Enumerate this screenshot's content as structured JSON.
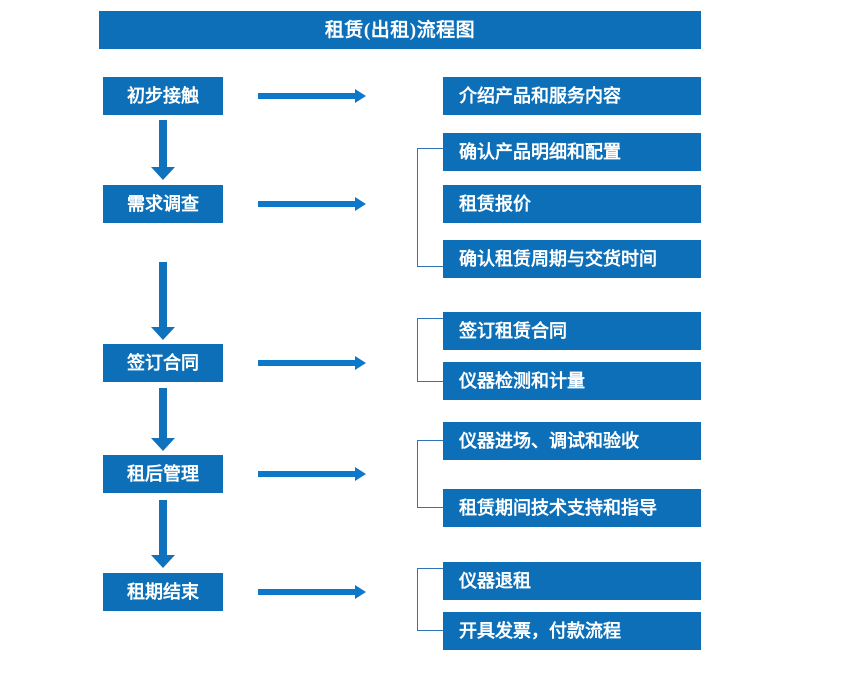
{
  "diagram": {
    "title": "租赁(出租)流程图",
    "theme": {
      "box_fill": "#0c6fb8",
      "box_text": "#ffffff",
      "v_arrow": "#1072bc",
      "h_arrow": "#0d78c9",
      "bracket": "#2f73bd",
      "background": "#ffffff"
    },
    "stages": [
      {
        "id": "stage-1",
        "label": "初步接触"
      },
      {
        "id": "stage-2",
        "label": "需求调查"
      },
      {
        "id": "stage-3",
        "label": "签订合同"
      },
      {
        "id": "stage-4",
        "label": "租后管理"
      },
      {
        "id": "stage-5",
        "label": "租期结束"
      }
    ],
    "details": [
      {
        "id": "detail-1-1",
        "stage": "初步接触",
        "label": "介绍产品和服务内容"
      },
      {
        "id": "detail-2-1",
        "stage": "需求调查",
        "label": "确认产品明细和配置"
      },
      {
        "id": "detail-2-2",
        "stage": "需求调查",
        "label": "租赁报价"
      },
      {
        "id": "detail-2-3",
        "stage": "需求调查",
        "label": "确认租赁周期与交货时间"
      },
      {
        "id": "detail-3-1",
        "stage": "签订合同",
        "label": "签订租赁合同"
      },
      {
        "id": "detail-3-2",
        "stage": "签订合同",
        "label": "仪器检测和计量"
      },
      {
        "id": "detail-4-1",
        "stage": "租后管理",
        "label": "仪器进场、调试和验收"
      },
      {
        "id": "detail-4-2",
        "stage": "租后管理",
        "label": "租赁期间技术支持和指导"
      },
      {
        "id": "detail-5-1",
        "stage": "租期结束",
        "label": "仪器退租"
      },
      {
        "id": "detail-5-2",
        "stage": "租期结束",
        "label": "开具发票，付款流程"
      }
    ],
    "flow_arrows": {
      "vertical": [
        {
          "from": "初步接触",
          "to": "需求调查"
        },
        {
          "from": "需求调查",
          "to": "签订合同"
        },
        {
          "from": "签订合同",
          "to": "租后管理"
        },
        {
          "from": "租后管理",
          "to": "租期结束"
        }
      ],
      "horizontal": [
        {
          "from": "初步接触",
          "to": "介绍产品和服务内容"
        },
        {
          "from": "需求调查",
          "to": "需求调查明细组"
        },
        {
          "from": "签订合同",
          "to": "签订合同明细组"
        },
        {
          "from": "租后管理",
          "to": "租后管理明细组"
        },
        {
          "from": "租期结束",
          "to": "租期结束明细组"
        }
      ]
    }
  }
}
